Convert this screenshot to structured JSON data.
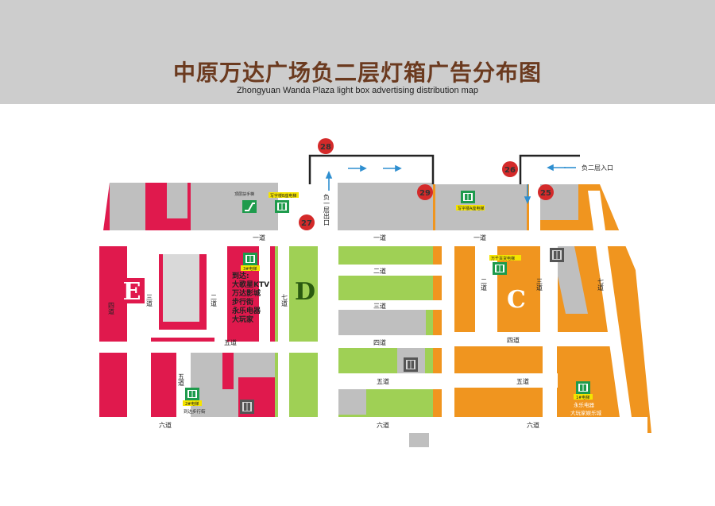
{
  "header": {
    "title": "中原万达广场负二层灯箱广告分布图",
    "subtitle": "Zhongyuan Wanda Plaza light box advertising distribution map"
  },
  "colors": {
    "zone_e": "#e0194d",
    "zone_d": "#9fd055",
    "zone_c": "#f0951f",
    "service": "#bfbfbf",
    "marker": "#d42a2a",
    "elevator": "#1e9b4c",
    "elevator_label": "#f5e400",
    "arrow": "#2f8fd0"
  },
  "zones": {
    "e": "E",
    "d": "D",
    "c": "C"
  },
  "corridors": {
    "e_1": "一道",
    "e_2": "二道",
    "e_3": "三道",
    "e_4": "四道",
    "e_5": "五道",
    "e_5b": "五道",
    "e_6": "六道",
    "e_7": "七道",
    "d_1": "一道",
    "d_2": "二道",
    "d_3": "三道",
    "d_4": "四道",
    "d_5": "五道",
    "d_6": "六道",
    "c_1": "一道",
    "c_2": "二道",
    "c_3": "三道",
    "c_4": "四道",
    "c_5": "五道",
    "c_6": "六道",
    "c_7": "七道"
  },
  "markers": [
    "25",
    "26",
    "27",
    "28",
    "29"
  ],
  "entrances": {
    "exit_label": "负一层出口",
    "entry_label": "负二层入口"
  },
  "facilities": {
    "escalator": "顶层扶手梯",
    "elevator_e_top": "写字楼B座电梯",
    "elevator_3_tag": "3#电梯",
    "arrive_label": "到达:",
    "destinations": [
      "大歌星KTV",
      "万达影城",
      "步行街",
      "永乐电器",
      "大玩家"
    ],
    "elevator_2_tag": "2#电梯",
    "elevator_2_dest": "到达步行街",
    "elevator_c_top": "写字楼A座电梯",
    "elevator_c_mid": "万千百货电梯",
    "elevator_1_tag": "1#电梯",
    "elevator_1_dest_a": "永乐电器",
    "elevator_1_dest_b": "大玩家娱乐城"
  }
}
